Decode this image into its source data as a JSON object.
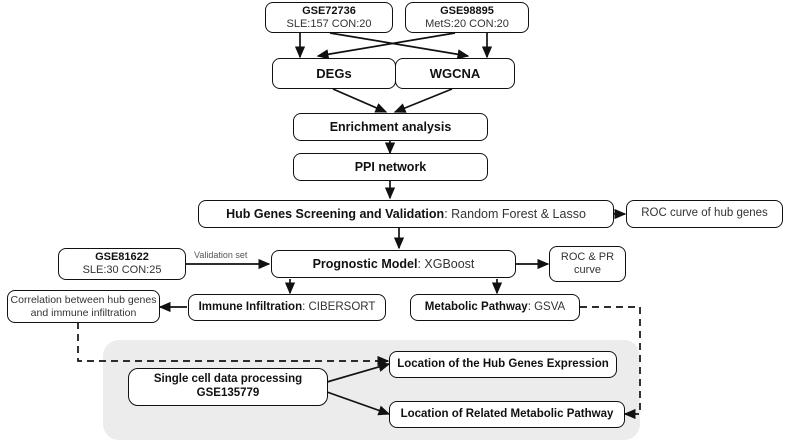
{
  "diagram": {
    "title": "Study workflow flowchart",
    "panel_color": "#ececec",
    "line_color": "#111111"
  },
  "nodes": {
    "gse72736": {
      "line1": "GSE72736",
      "line2": "SLE:157  CON:20"
    },
    "gse98895": {
      "line1": "GSE98895",
      "line2": "MetS:20  CON:20"
    },
    "degs": {
      "label": "DEGs"
    },
    "wgcna": {
      "label": "WGCNA"
    },
    "enrichment": {
      "label": "Enrichment analysis"
    },
    "ppi": {
      "label": "PPI network"
    },
    "hub_screening": {
      "bold": "Hub Genes Screening and Validation",
      "regular": ": Random Forest & Lasso"
    },
    "roc_hub": {
      "label": "ROC curve of hub genes"
    },
    "gse81622": {
      "line1": "GSE81622",
      "line2": "SLE:30 CON:25"
    },
    "prognostic": {
      "bold": "Prognostic Model",
      "regular": ":  XGBoost"
    },
    "roc_pr": {
      "line1": "ROC & PR",
      "line2": "curve"
    },
    "correlation": {
      "line1": "Correlation between hub genes",
      "line2": "and immune infiltration"
    },
    "immune": {
      "bold": "Immune Infiltration",
      "regular": ":  CIBERSORT"
    },
    "metabolic": {
      "bold": "Metabolic Pathway",
      "regular": ":  GSVA"
    },
    "singlecell": {
      "line1": "Single cell data processing",
      "line2": "GSE135779"
    },
    "loc_hub": {
      "label": "Location of the Hub Genes Expression"
    },
    "loc_metabolic": {
      "label": "Location of Related Metabolic Pathway"
    }
  },
  "edge_labels": {
    "validation_set": "Validation set"
  }
}
